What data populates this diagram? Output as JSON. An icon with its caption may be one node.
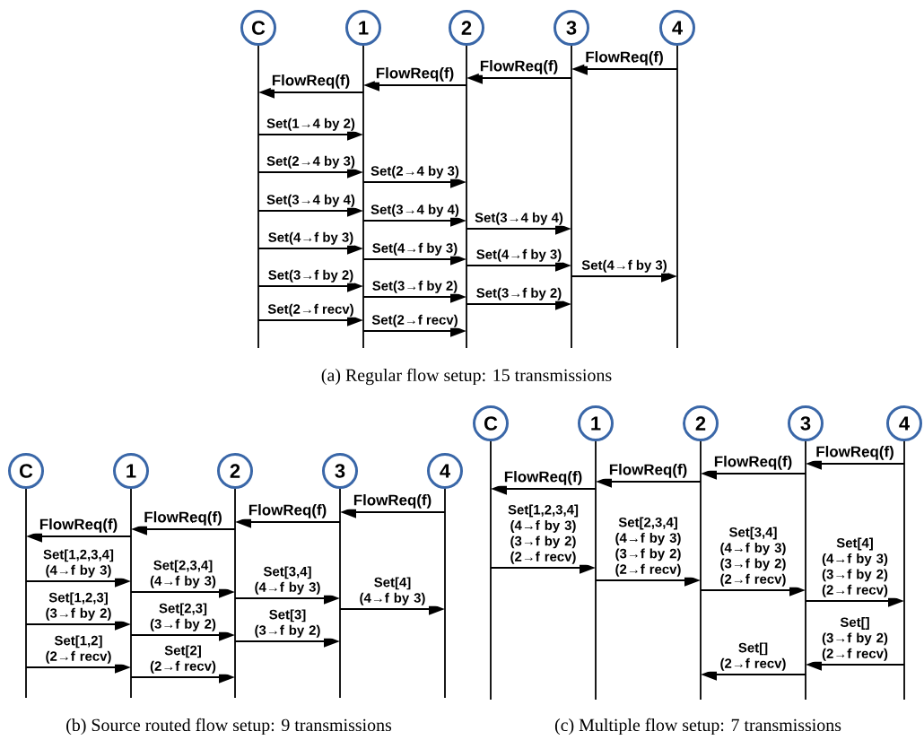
{
  "diagram": {
    "nodes": [
      {
        "text": [
          "C"
        ]
      },
      {
        "text": [
          "1"
        ]
      },
      {
        "text": [
          "2"
        ]
      },
      {
        "text": [
          "3"
        ]
      },
      {
        "text": [
          "4"
        ]
      },
      {
        "text": [
          "C"
        ]
      },
      {
        "text": [
          "1"
        ]
      },
      {
        "text": [
          "2"
        ]
      },
      {
        "text": [
          "3"
        ]
      },
      {
        "text": [
          "4"
        ]
      },
      {
        "text": [
          "C"
        ]
      },
      {
        "text": [
          "1"
        ]
      },
      {
        "text": [
          "2"
        ]
      },
      {
        "text": [
          "3"
        ]
      },
      {
        "text": [
          "4"
        ]
      }
    ],
    "edges": [
      {
        "from": 4,
        "to": 3,
        "arrow": "to",
        "label": "FlowReq(f)"
      },
      {
        "from": 3,
        "to": 2,
        "arrow": "to",
        "label": "FlowReq(f)"
      },
      {
        "from": 2,
        "to": 1,
        "arrow": "to",
        "label": "FlowReq(f)"
      },
      {
        "from": 1,
        "to": 0,
        "arrow": "to",
        "label": "FlowReq(f)"
      },
      {
        "from": 0,
        "to": 1,
        "arrow": "to",
        "label": "Set(1→4 by 2)"
      },
      {
        "from": 0,
        "to": 1,
        "arrow": "to",
        "label": "Set(2→4 by 3)"
      },
      {
        "from": 1,
        "to": 2,
        "arrow": "to",
        "label": "Set(2→4 by 3)"
      },
      {
        "from": 0,
        "to": 1,
        "arrow": "to",
        "label": "Set(3→4 by 4)"
      },
      {
        "from": 1,
        "to": 2,
        "arrow": "to",
        "label": "Set(3→4 by 4)"
      },
      {
        "from": 2,
        "to": 3,
        "arrow": "to",
        "label": "Set(3→4 by 4)"
      },
      {
        "from": 0,
        "to": 1,
        "arrow": "to",
        "label": "Set(4→f by 3)"
      },
      {
        "from": 1,
        "to": 2,
        "arrow": "to",
        "label": "Set(4→f by 3)"
      },
      {
        "from": 2,
        "to": 3,
        "arrow": "to",
        "label": "Set(4→f by 3)"
      },
      {
        "from": 3,
        "to": 4,
        "arrow": "to",
        "label": "Set(4→f by 3)"
      },
      {
        "from": 0,
        "to": 1,
        "arrow": "to",
        "label": "Set(3→f by 2)"
      },
      {
        "from": 1,
        "to": 2,
        "arrow": "to",
        "label": "Set(3→f by 2)"
      },
      {
        "from": 2,
        "to": 3,
        "arrow": "to",
        "label": "Set(3→f by 2)"
      },
      {
        "from": 0,
        "to": 1,
        "arrow": "to",
        "label": "Set(2→f recv)"
      },
      {
        "from": 1,
        "to": 2,
        "arrow": "to",
        "label": "Set(2→f recv)"
      },
      {
        "from": 9,
        "to": 8,
        "arrow": "to",
        "label": "FlowReq(f)"
      },
      {
        "from": 8,
        "to": 7,
        "arrow": "to",
        "label": "FlowReq(f)"
      },
      {
        "from": 7,
        "to": 6,
        "arrow": "to",
        "label": "FlowReq(f)"
      },
      {
        "from": 6,
        "to": 5,
        "arrow": "to",
        "label": "FlowReq(f)"
      },
      {
        "from": 5,
        "to": 6,
        "arrow": "to",
        "label": "Set[1,2,3,4] (4→f by 3)"
      },
      {
        "from": 6,
        "to": 7,
        "arrow": "to",
        "label": "Set[2,3,4] (4→f by 3)"
      },
      {
        "from": 7,
        "to": 8,
        "arrow": "to",
        "label": "Set[3,4] (4→f by 3)"
      },
      {
        "from": 8,
        "to": 9,
        "arrow": "to",
        "label": "Set[4] (4→f by 3)"
      },
      {
        "from": 5,
        "to": 6,
        "arrow": "to",
        "label": "Set[1,2,3] (3→f by 2)"
      },
      {
        "from": 6,
        "to": 7,
        "arrow": "to",
        "label": "Set[2,3] (3→f by 2)"
      },
      {
        "from": 7,
        "to": 8,
        "arrow": "to",
        "label": "Set[3] (3→f by 2)"
      },
      {
        "from": 5,
        "to": 6,
        "arrow": "to",
        "label": "Set[1,2] (2→f recv)"
      },
      {
        "from": 6,
        "to": 7,
        "arrow": "to",
        "label": "Set[2] (2→f recv)"
      },
      {
        "from": 14,
        "to": 13,
        "arrow": "to",
        "label": "FlowReq(f)"
      },
      {
        "from": 13,
        "to": 12,
        "arrow": "to",
        "label": "FlowReq(f)"
      },
      {
        "from": 12,
        "to": 11,
        "arrow": "to",
        "label": "FlowReq(f)"
      },
      {
        "from": 11,
        "to": 10,
        "arrow": "to",
        "label": "FlowReq(f)"
      },
      {
        "from": 10,
        "to": 11,
        "arrow": "to",
        "label": "Set[1,2,3,4] (4→f by 3) (3→f by 2) (2→f recv)"
      },
      {
        "from": 11,
        "to": 12,
        "arrow": "to",
        "label": "Set[2,3,4] (4→f by 3) (3→f by 2) (2→f recv)"
      },
      {
        "from": 12,
        "to": 13,
        "arrow": "to",
        "label": "Set[3,4] (4→f by 3) (3→f by 2) (2→f recv)"
      },
      {
        "from": 13,
        "to": 14,
        "arrow": "to",
        "label": "Set[4] (4→f by 3) (3→f by 2) (2→f recv)"
      },
      {
        "from": 14,
        "to": 13,
        "arrow": "to",
        "label": "Set[] (3→f by 2) (2→f recv)"
      },
      {
        "from": 13,
        "to": 12,
        "arrow": "to",
        "label": "Set[] (2→f recv)"
      }
    ],
    "labels": [
      "(a)  Regular flow setup: 15 transmissions",
      "(b)  Source routed flow setup: 9 transmissions",
      "(c)  Multiple flow setup: 7 transmissions"
    ]
  }
}
